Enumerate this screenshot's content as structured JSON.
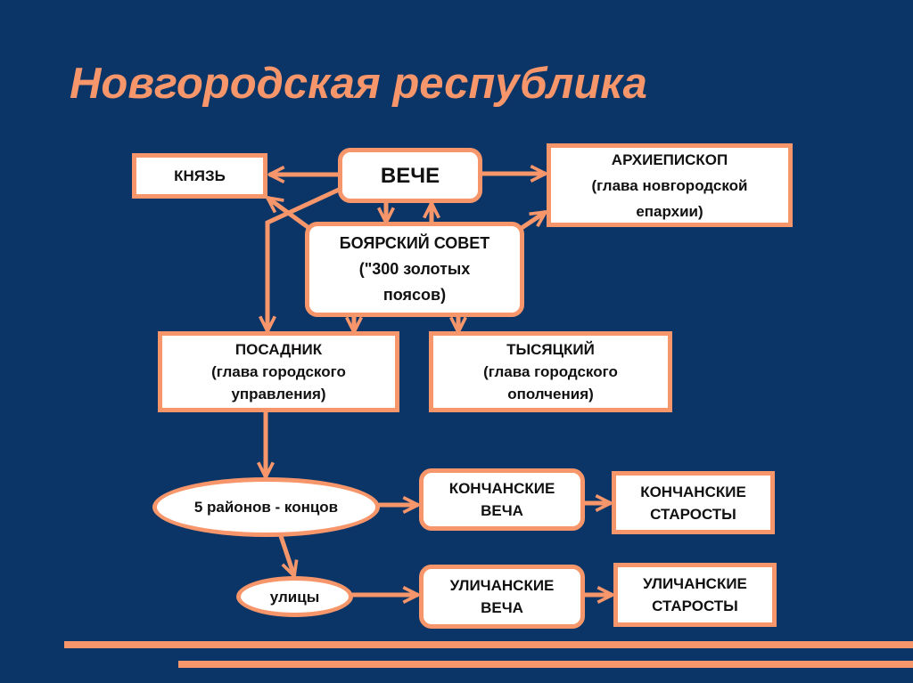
{
  "title": "Новгородская республика",
  "nodes": {
    "knyaz": {
      "lines": [
        "КНЯЗЬ"
      ]
    },
    "veche": {
      "lines": [
        "ВЕЧЕ"
      ]
    },
    "archbishop": {
      "lines": [
        "АРХИЕПИСКОП",
        "(глава новгородской",
        "епархии)"
      ]
    },
    "boyar_council": {
      "lines": [
        "БОЯРСКИЙ СОВЕТ",
        "(\"300 золотых",
        "поясов)"
      ]
    },
    "posadnik": {
      "lines": [
        "ПОСАДНИК",
        "(глава городского",
        "управления)"
      ]
    },
    "tysyatsky": {
      "lines": [
        "ТЫСЯЦКИЙ",
        "(глава городского",
        "ополчения)"
      ]
    },
    "districts": {
      "lines": [
        "5 районов - концов"
      ]
    },
    "konchan_veche": {
      "lines": [
        "КОНЧАНСКИЕ",
        "ВЕЧА"
      ]
    },
    "konchan_starosty": {
      "lines": [
        "КОНЧАНСКИЕ",
        "СТАРОСТЫ"
      ]
    },
    "streets": {
      "lines": [
        "улицы"
      ]
    },
    "ulichan_veche": {
      "lines": [
        "УЛИЧАНСКИЕ",
        "ВЕЧА"
      ]
    },
    "ulichan_starosty": {
      "lines": [
        "УЛИЧАНСКИЕ",
        "СТАРОСТЫ"
      ]
    }
  },
  "colors": {
    "background": "#0b3566",
    "accent": "#f7966b",
    "box": "#ffffff"
  }
}
